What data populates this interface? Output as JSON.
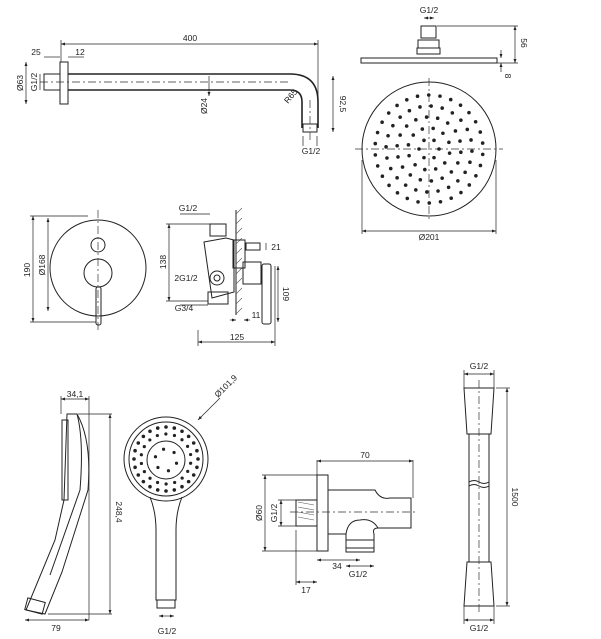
{
  "shower_arm": {
    "length": "400",
    "flange_depth": "25",
    "flange_offset": "12",
    "flange_diameter": "Ø63",
    "inlet_thread": "G1/2",
    "tube_diameter": "Ø24",
    "bend_radius": "R65",
    "drop": "92,5",
    "outlet_thread": "G1/2"
  },
  "overhead_shower": {
    "thread": "G1/2",
    "height": "56",
    "plate_thickness": "8",
    "diameter": "Ø201"
  },
  "wall_plate": {
    "height": "190",
    "diameter": "Ø168"
  },
  "mixer_valve": {
    "top_thread": "G1/2",
    "height": "138",
    "outlet": "21",
    "side_thread": "2G1/2",
    "lever_height": "109",
    "inlet_thread": "G3/4",
    "plate_gap": "11",
    "depth": "125"
  },
  "hand_shower": {
    "head_depth": "34,1",
    "length": "248,4",
    "width": "79",
    "head_diameter": "Ø101,9",
    "thread": "G1/2"
  },
  "wall_outlet": {
    "depth": "70",
    "flange_diameter": "Ø60",
    "inlet_thread": "G1/2",
    "outlet_offset": "34",
    "outlet_thread": "G1/2",
    "flange_depth": "17"
  },
  "hose": {
    "top_thread": "G1/2",
    "length": "1500",
    "bottom_thread": "G1/2"
  }
}
